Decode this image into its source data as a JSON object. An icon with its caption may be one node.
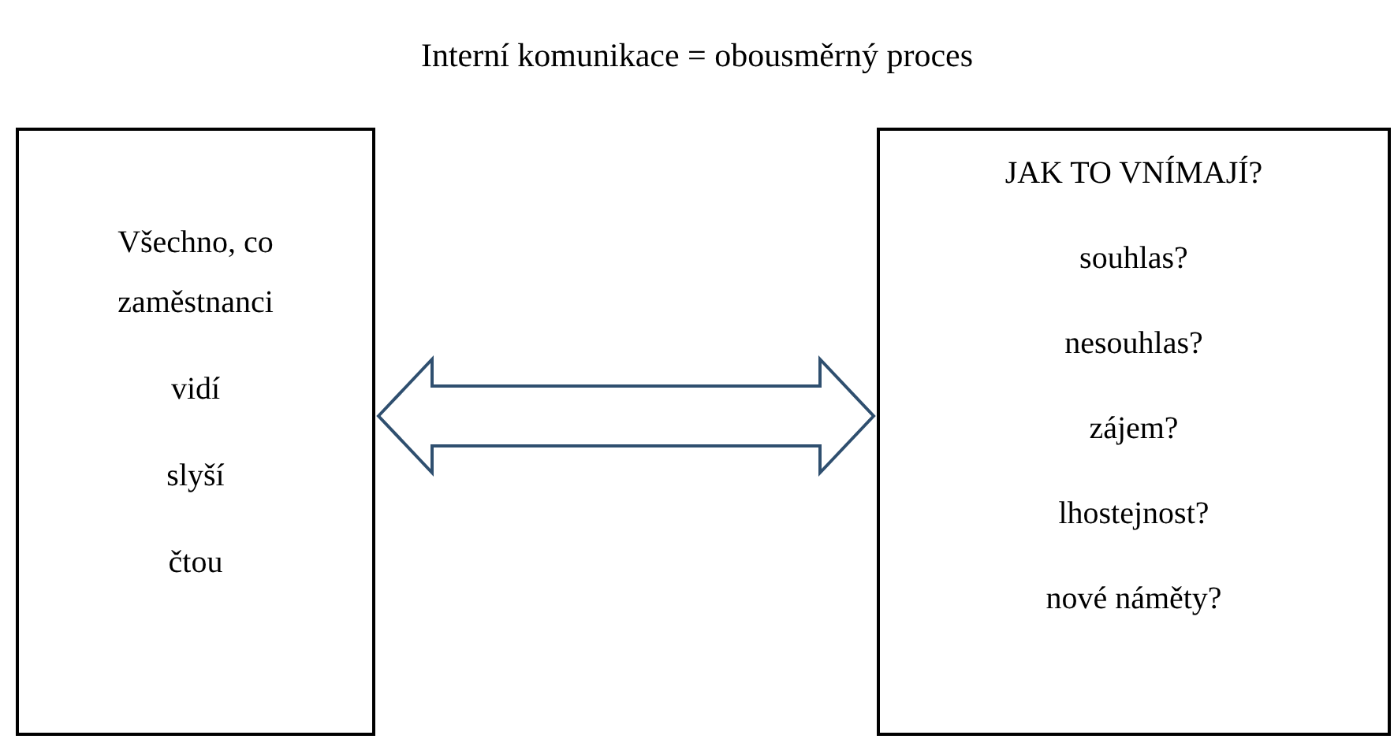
{
  "diagram": {
    "title": "Interní komunikace = obousměrný proces",
    "nodes": [
      {
        "text": [
          "Všechno, co zaměstnanci",
          "vidí",
          "slyší",
          "čtou"
        ]
      },
      {
        "text": [
          "JAK TO VNÍMAJÍ?",
          "souhlas?",
          "nesouhlas?",
          "zájem?",
          "lhostejnost?",
          "nové náměty?"
        ]
      }
    ],
    "edges": [
      {
        "from": 0,
        "to": 1,
        "arrow": "both"
      }
    ]
  }
}
